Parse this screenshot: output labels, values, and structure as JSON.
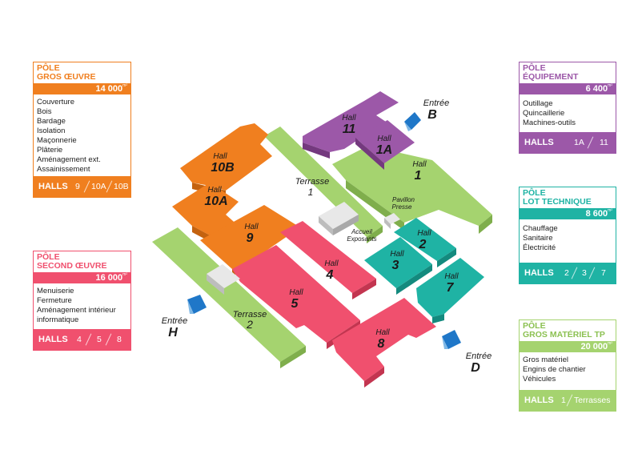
{
  "colors": {
    "orange": "#f07f1f",
    "orange_dark": "#c4620f",
    "pink": "#f0506e",
    "pink_dark": "#c33550",
    "purple": "#9c58a8",
    "purple_dark": "#74397e",
    "green": "#a5d36f",
    "green_dark": "#7fae4c",
    "teal": "#1fb3a4",
    "teal_dark": "#138a7e",
    "grey": "#d9d9d9"
  },
  "cards": {
    "gros_oeuvre": {
      "title1": "PÔLE",
      "title2": "GROS ŒUVRE",
      "area": "14 000",
      "unit": "m²",
      "items": [
        "Couverture",
        "Bois",
        "Bardage",
        "Isolation",
        "Maçonnerie",
        "Plâterie",
        "Aménagement ext.",
        "Assainissement"
      ],
      "halls_label": "HALLS",
      "halls": [
        "9",
        "10A",
        "10B"
      ]
    },
    "second_oeuvre": {
      "title1": "PÔLE",
      "title2": "SECOND ŒUVRE",
      "area": "16 000",
      "unit": "m²",
      "items": [
        "Menuiserie",
        "Fermeture",
        "Aménagement intérieur",
        "informatique"
      ],
      "halls_label": "HALLS",
      "halls": [
        "4",
        "5",
        "8"
      ]
    },
    "equipement": {
      "title1": "PÔLE",
      "title2": "ÉQUIPEMENT",
      "area": "6 400",
      "unit": "m²",
      "items": [
        "Outillage",
        "Quincaillerie",
        "Machines-outils"
      ],
      "halls_label": "HALLS",
      "halls": [
        "1A",
        "11"
      ]
    },
    "lot_technique": {
      "title1": "PÔLE",
      "title2": "LOT TECHNIQUE",
      "area": "8 600",
      "unit": "m²",
      "items": [
        "Chauffage",
        "Sanitaire",
        "Électricité"
      ],
      "halls_label": "HALLS",
      "halls": [
        "2",
        "3",
        "7"
      ]
    },
    "gros_materiel": {
      "title1": "PÔLE",
      "title2": "GROS MATÉRIEL TP",
      "area": "20 000",
      "unit": "m²",
      "items": [
        "Gros matériel",
        "Engins de chantier",
        "Véhicules"
      ],
      "halls_label": "HALLS",
      "halls": [
        "1",
        "Terrasses"
      ]
    }
  },
  "map": {
    "hall_word": "Hall",
    "halls": {
      "h10b": "10B",
      "h10a": "10A",
      "h9": "9",
      "h11": "11",
      "h1a": "1A",
      "h1": "1",
      "h2": "2",
      "h3": "3",
      "h4": "4",
      "h5": "5",
      "h7": "7",
      "h8": "8"
    },
    "terrasse_word": "Terrasse",
    "terrasse1": "1",
    "terrasse2": "2",
    "accueil1": "Accueil",
    "accueil2": "Exposants",
    "pavillon1": "Pavillon",
    "pavillon2": "Presse",
    "entree_word": "Entrée",
    "entrees": {
      "b": "B",
      "h": "H",
      "d": "D"
    }
  }
}
